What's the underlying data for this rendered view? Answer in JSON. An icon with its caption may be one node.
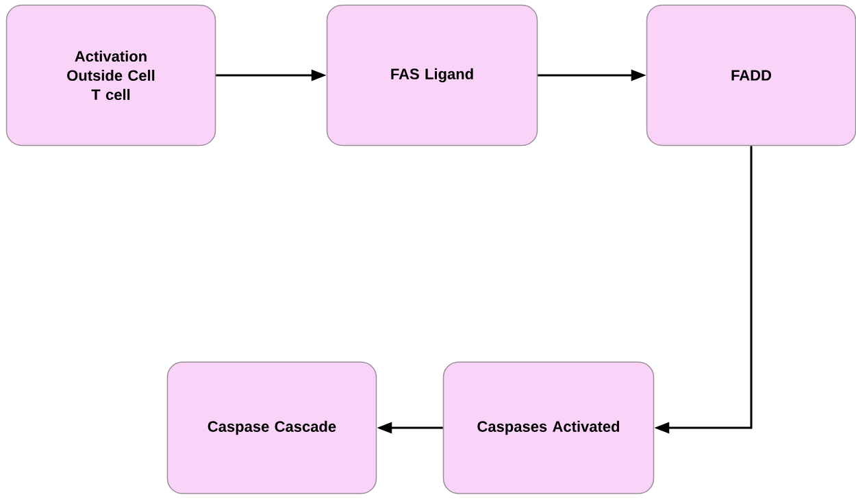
{
  "diagram": {
    "nodes": [
      {
        "text": [
          "Activation Outside Cell",
          "T cell"
        ]
      },
      {
        "text": [
          "FAS Ligand"
        ]
      },
      {
        "text": [
          "FADD"
        ]
      },
      {
        "text": [
          "Caspase Cascade"
        ]
      },
      {
        "text": [
          "Caspases Activated"
        ]
      }
    ],
    "edges": [
      {
        "from": 0,
        "to": 1,
        "arrow": "to"
      },
      {
        "from": 1,
        "to": 2,
        "arrow": "to"
      },
      {
        "from": 2,
        "to": 4,
        "arrow": "to"
      },
      {
        "from": 4,
        "to": 3,
        "arrow": "to"
      }
    ]
  }
}
